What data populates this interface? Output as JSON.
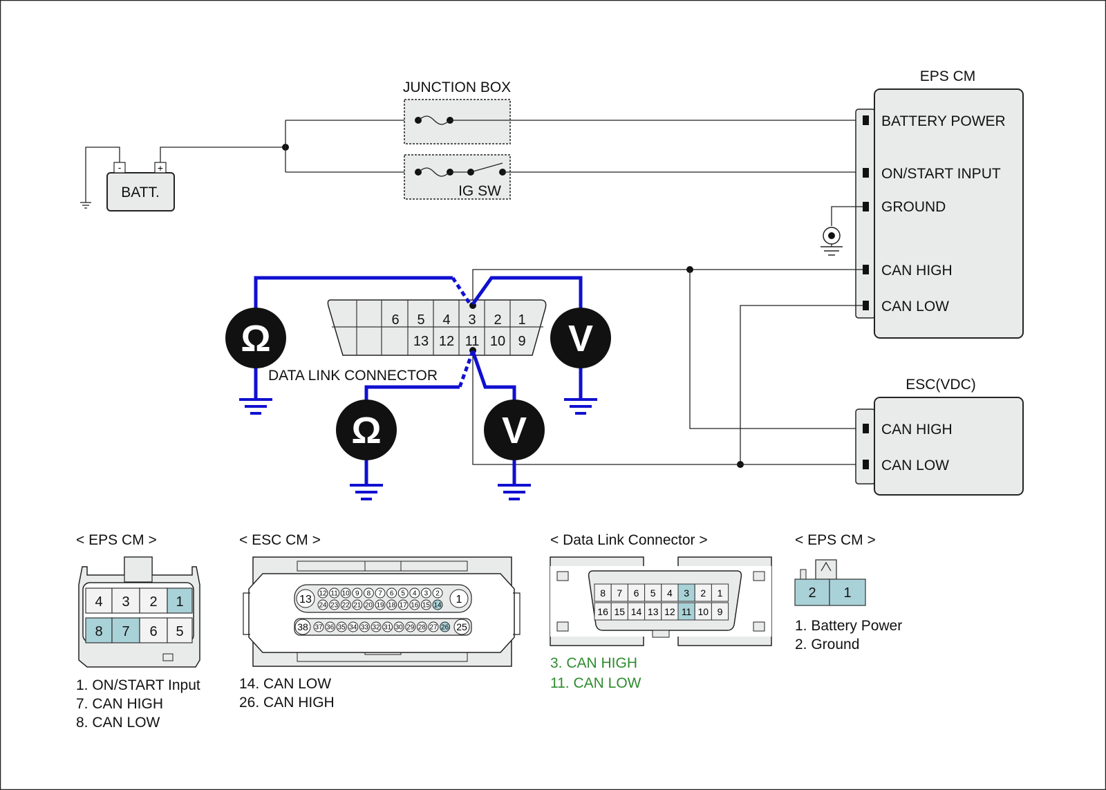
{
  "components": {
    "battery": {
      "label": "BATT.",
      "neg": "-",
      "pos": "+"
    },
    "junction_box": {
      "title": "JUNCTION BOX",
      "ig_sw": "IG SW"
    },
    "eps_cm": {
      "title": "EPS CM",
      "pins": [
        "BATTERY POWER",
        "ON/START INPUT",
        "GROUND",
        "CAN HIGH",
        "CAN LOW"
      ]
    },
    "esc_vdc": {
      "title": "ESC(VDC)",
      "pins": [
        "CAN HIGH",
        "CAN LOW"
      ]
    },
    "dlc": {
      "label": "DATA LINK CONNECTOR",
      "top_pins": [
        "6",
        "5",
        "4",
        "3",
        "2",
        "1"
      ],
      "bottom_pins": [
        "13",
        "12",
        "11",
        "10",
        "9"
      ]
    },
    "meters": {
      "ohm": "Ω",
      "volt": "V"
    }
  },
  "connector_views": {
    "eps_cm_main": {
      "title": "< EPS CM >",
      "top_row": [
        "4",
        "3",
        "2",
        "1"
      ],
      "bottom_row": [
        "8",
        "7",
        "6",
        "5"
      ],
      "highlighted": [
        "1",
        "7",
        "8"
      ],
      "notes": [
        "1. ON/START Input",
        "7. CAN HIGH",
        "8. CAN LOW"
      ]
    },
    "esc_cm": {
      "title": "< ESC CM >",
      "row1_end_left": "13",
      "row1_end_right": "1",
      "row1": [
        "12",
        "11",
        "10",
        "9",
        "8",
        "7",
        "6",
        "5",
        "4",
        "3",
        "2"
      ],
      "row2": [
        "24",
        "23",
        "22",
        "21",
        "20",
        "19",
        "18",
        "17",
        "16",
        "15",
        "14"
      ],
      "row3_end_left": "38",
      "row3_end_right": "25",
      "row3": [
        "37",
        "36",
        "35",
        "34",
        "33",
        "32",
        "31",
        "30",
        "29",
        "28",
        "27",
        "26"
      ],
      "highlighted": [
        "14",
        "26"
      ],
      "notes": [
        "14. CAN LOW",
        "26. CAN HIGH"
      ]
    },
    "dlc_view": {
      "title": "< Data Link Connector >",
      "top_row": [
        "8",
        "7",
        "6",
        "5",
        "4",
        "3",
        "2",
        "1"
      ],
      "bottom_row": [
        "16",
        "15",
        "14",
        "13",
        "12",
        "11",
        "10",
        "9"
      ],
      "highlighted": [
        "3",
        "11"
      ],
      "notes": [
        "3. CAN HIGH",
        "11. CAN LOW"
      ]
    },
    "eps_cm_power": {
      "title": "< EPS CM >",
      "pins": [
        "2",
        "1"
      ],
      "notes": [
        "1. Battery Power",
        "2. Ground"
      ]
    }
  },
  "colors": {
    "wire": "#222222",
    "probe_wire": "#1010d0",
    "highlight": "#a9d2d8",
    "note_green": "#2e8b2e",
    "box_fill": "#e9ebea"
  }
}
